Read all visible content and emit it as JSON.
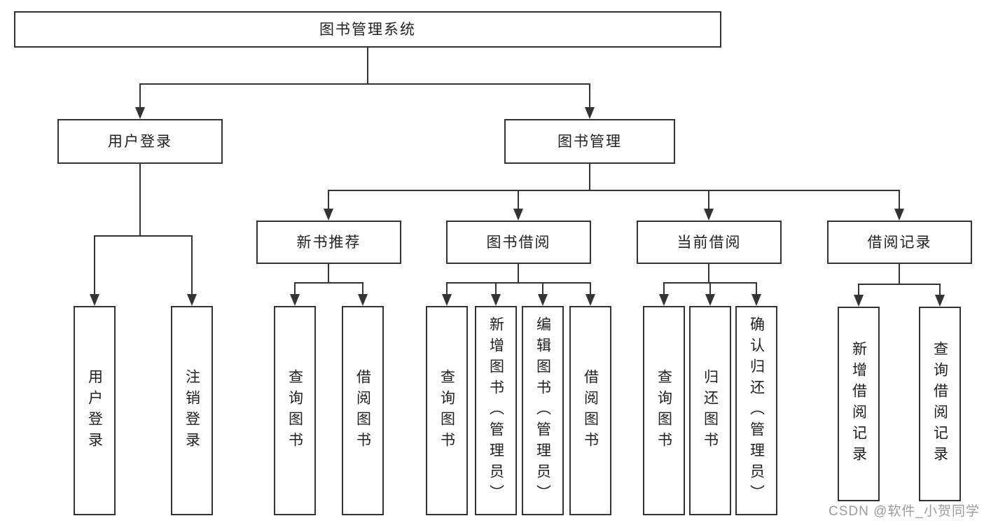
{
  "tree": {
    "label": "图书管理系统",
    "children": [
      {
        "label": "用户登录",
        "children": [
          {
            "label": "用户登录"
          },
          {
            "label": "注销登录"
          }
        ]
      },
      {
        "label": "图书管理",
        "children": [
          {
            "label": "新书推荐",
            "children": [
              {
                "label": "查询图书"
              },
              {
                "label": "借阅图书"
              }
            ]
          },
          {
            "label": "图书借阅",
            "children": [
              {
                "label": "查询图书"
              },
              {
                "label": "新增图书（管理员）"
              },
              {
                "label": "编辑图书（管理员）"
              },
              {
                "label": "借阅图书"
              }
            ]
          },
          {
            "label": "当前借阅",
            "children": [
              {
                "label": "查询图书"
              },
              {
                "label": "归还图书"
              },
              {
                "label": "确认归还（管理员）"
              }
            ]
          },
          {
            "label": "借阅记录",
            "children": [
              {
                "label": "新增借阅记录"
              },
              {
                "label": "查询借阅记录"
              }
            ]
          }
        ]
      }
    ]
  },
  "watermark": {
    "text": "CSDN @软件_小贺同学",
    "color": "#9b9b9b"
  },
  "colors": {
    "line": "#333333",
    "box_border": "#333333",
    "box_background": "#ffffff",
    "text": "#1f1f1f"
  }
}
